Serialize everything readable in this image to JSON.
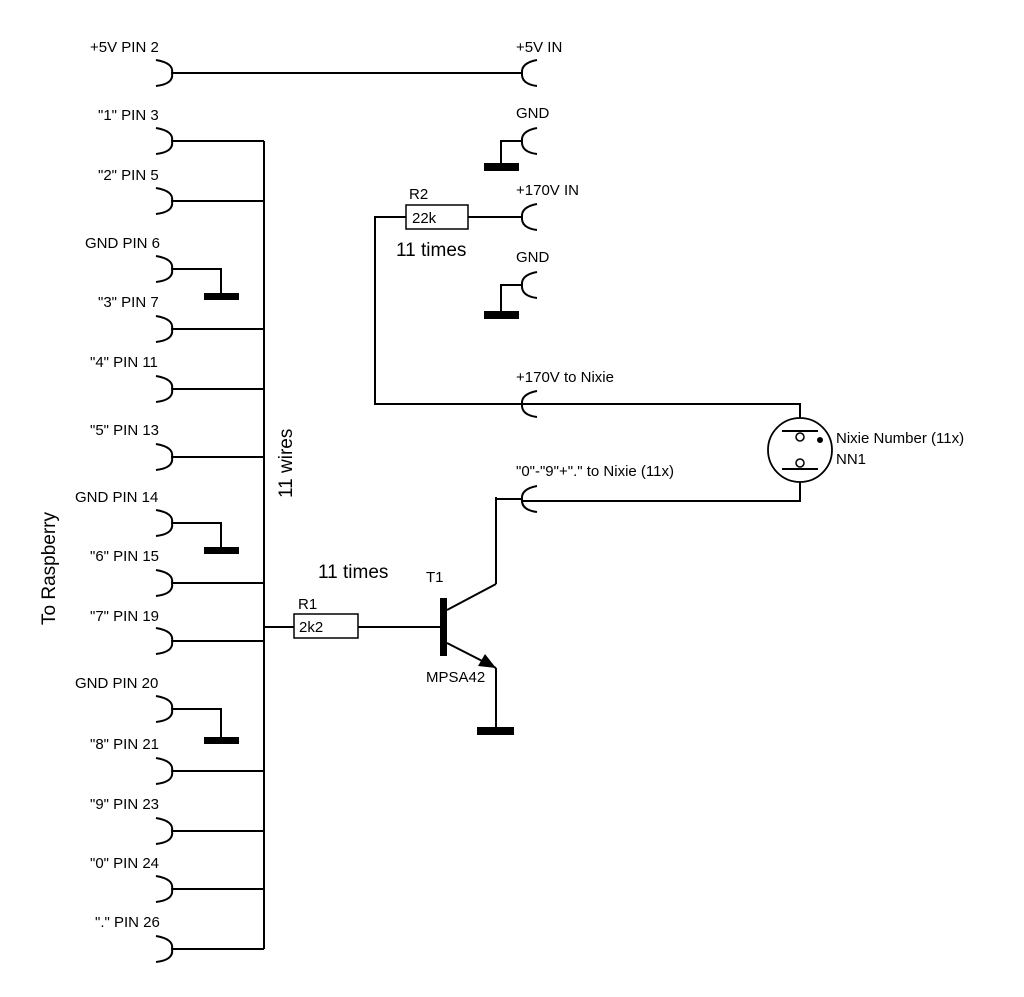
{
  "left_pins": [
    {
      "label": "+5V PIN 2"
    },
    {
      "label": "\"1\" PIN 3"
    },
    {
      "label": "\"2\" PIN 5"
    },
    {
      "label": "GND PIN 6"
    },
    {
      "label": "\"3\" PIN 7"
    },
    {
      "label": "\"4\" PIN 11"
    },
    {
      "label": "\"5\" PIN 13"
    },
    {
      "label": "GND PIN 14"
    },
    {
      "label": "\"6\" PIN 15"
    },
    {
      "label": "\"7\" PIN 19"
    },
    {
      "label": "GND PIN 20"
    },
    {
      "label": "\"8\" PIN 21"
    },
    {
      "label": "\"9\" PIN 23"
    },
    {
      "label": "\"0\" PIN 24"
    },
    {
      "label": "\".\" PIN 26"
    }
  ],
  "right_connectors": {
    "v5_in": "+5V IN",
    "gnd_1": "GND",
    "v170_in": "+170V IN",
    "gnd_2": "GND",
    "v170_nixie": "+170V to Nixie",
    "digits_nixie": "\"0\"-\"9\"+\".\" to Nixie (11x)"
  },
  "bus": {
    "label": "11 wires"
  },
  "side_label": "To Raspberry",
  "r1": {
    "ref": "R1",
    "value": "2k2",
    "repeat": "11 times"
  },
  "r2": {
    "ref": "R2",
    "value": "22k",
    "repeat": "11 times"
  },
  "t1": {
    "ref": "T1",
    "part": "MPSA42"
  },
  "nixie": {
    "name": "Nixie Number (11x)",
    "ref": "NN1"
  }
}
